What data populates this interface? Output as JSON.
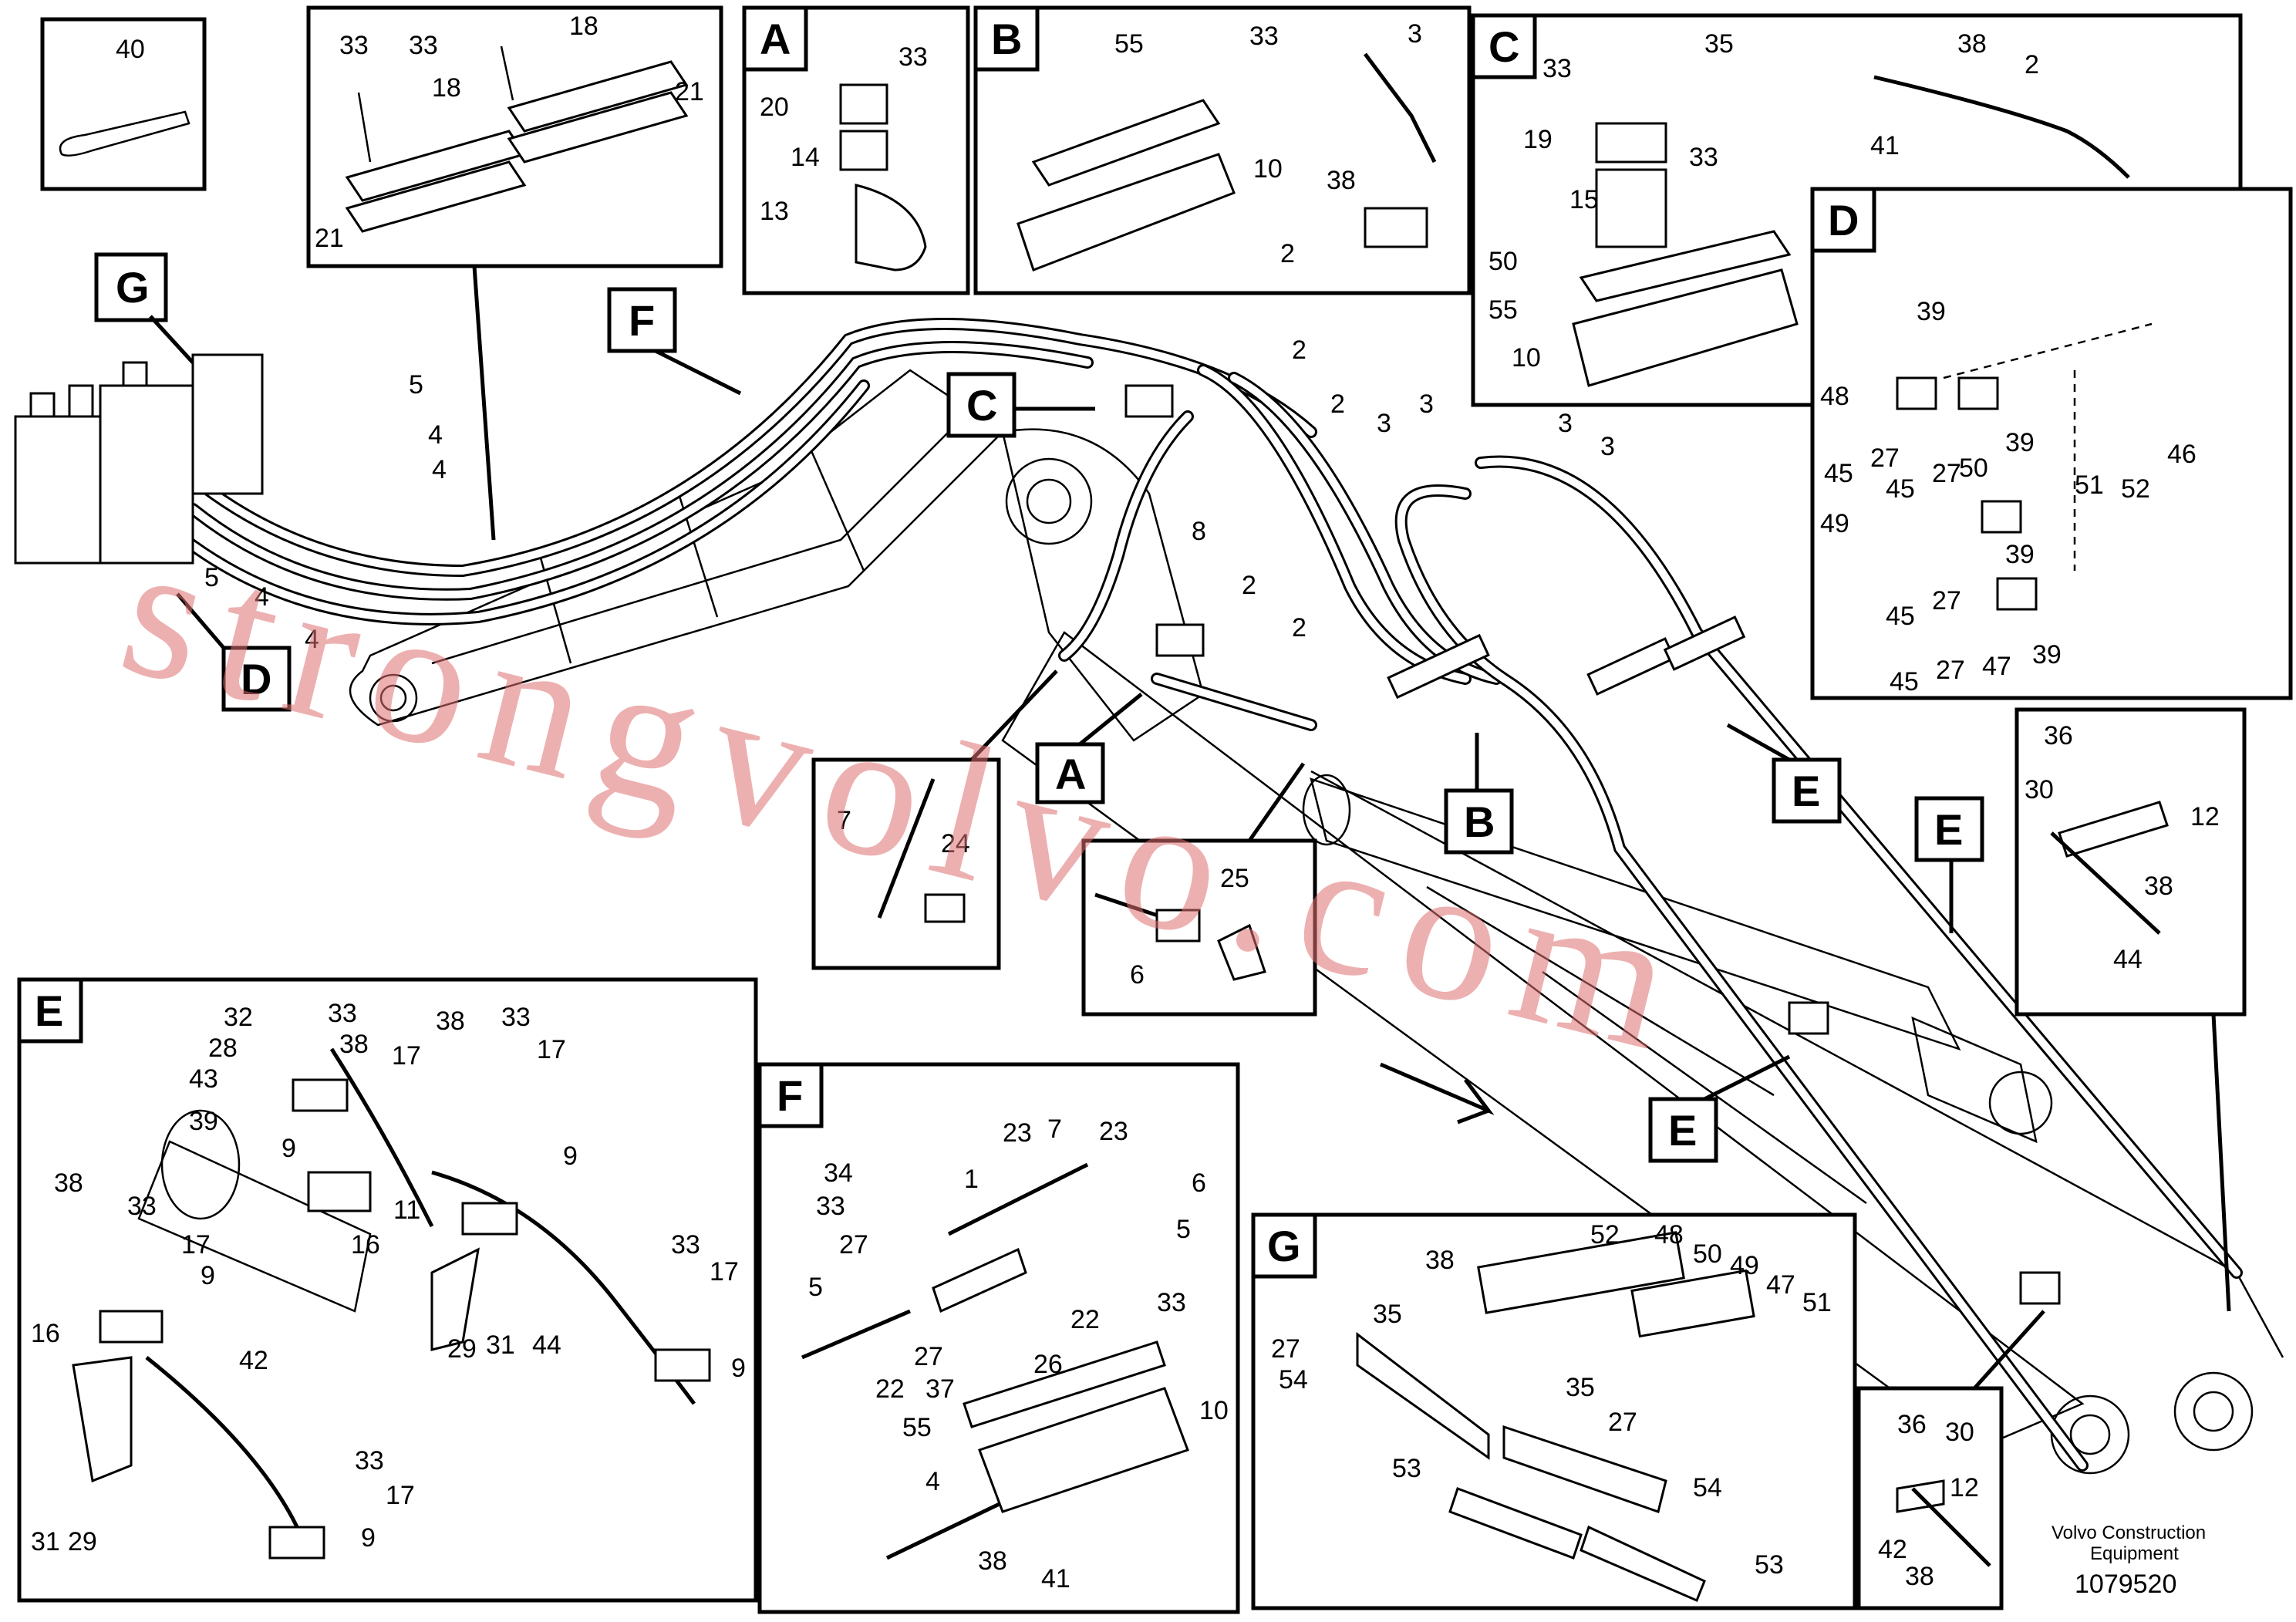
{
  "watermark": "strongvolvo.com",
  "credit_line1": "Volvo Construction",
  "credit_line2": "Equipment",
  "drawing_number": "1079520",
  "callout_letters": {
    "A": "A",
    "B": "B",
    "C": "C",
    "D": "D",
    "E": "E",
    "F": "F",
    "G": "G"
  },
  "part_numbers": {
    "n1": "1",
    "n2": "2",
    "n3": "3",
    "n4": "4",
    "n5": "5",
    "n6": "6",
    "n7": "7",
    "n8": "8",
    "n9": "9",
    "n10": "10",
    "n11": "11",
    "n12": "12",
    "n13": "13",
    "n14": "14",
    "n15": "15",
    "n16": "16",
    "n17": "17",
    "n18": "18",
    "n19": "19",
    "n20": "20",
    "n21": "21",
    "n22": "22",
    "n23": "23",
    "n24": "24",
    "n25": "25",
    "n26": "26",
    "n27": "27",
    "n28": "28",
    "n29": "29",
    "n30": "30",
    "n31": "31",
    "n32": "32",
    "n33": "33",
    "n34": "34",
    "n35": "35",
    "n36": "36",
    "n37": "37",
    "n38": "38",
    "n39": "39",
    "n40": "40",
    "n41": "41",
    "n42": "42",
    "n43": "43",
    "n44": "44",
    "n45": "45",
    "n46": "46",
    "n47": "47",
    "n48": "48",
    "n49": "49",
    "n50": "50",
    "n51": "51",
    "n52": "52",
    "n53": "53",
    "n54": "54",
    "n55": "55"
  }
}
